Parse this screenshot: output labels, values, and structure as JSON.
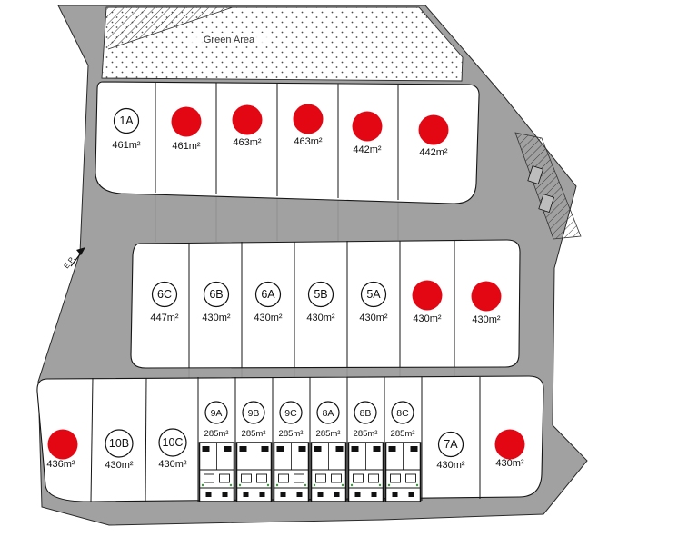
{
  "map": {
    "green_area_label": "Green Area",
    "north_label": "E.P."
  },
  "colors": {
    "road": "#a1a1a1",
    "sold_marker": "#e30613"
  },
  "plots": {
    "top": [
      {
        "id": "1A",
        "area": "461m²",
        "status": "available"
      },
      {
        "id": "",
        "area": "461m²",
        "status": "sold"
      },
      {
        "id": "",
        "area": "463m²",
        "status": "sold"
      },
      {
        "id": "",
        "area": "463m²",
        "status": "sold"
      },
      {
        "id": "",
        "area": "442m²",
        "status": "sold"
      },
      {
        "id": "",
        "area": "442m²",
        "status": "sold"
      }
    ],
    "middle": [
      {
        "id": "6C",
        "area": "447m²",
        "status": "available"
      },
      {
        "id": "6B",
        "area": "430m²",
        "status": "available"
      },
      {
        "id": "6A",
        "area": "430m²",
        "status": "available"
      },
      {
        "id": "5B",
        "area": "430m²",
        "status": "available"
      },
      {
        "id": "5A",
        "area": "430m²",
        "status": "available"
      },
      {
        "id": "",
        "area": "430m²",
        "status": "sold"
      },
      {
        "id": "",
        "area": "430m²",
        "status": "sold"
      }
    ],
    "bottom": [
      {
        "id": "",
        "area": "436m²",
        "status": "sold"
      },
      {
        "id": "10B",
        "area": "430m²",
        "status": "available"
      },
      {
        "id": "10C",
        "area": "430m²",
        "status": "available"
      },
      {
        "id": "9A",
        "area": "285m²",
        "status": "available"
      },
      {
        "id": "9B",
        "area": "285m²",
        "status": "available"
      },
      {
        "id": "9C",
        "area": "285m²",
        "status": "available"
      },
      {
        "id": "8A",
        "area": "285m²",
        "status": "available"
      },
      {
        "id": "8B",
        "area": "285m²",
        "status": "available"
      },
      {
        "id": "8C",
        "area": "285m²",
        "status": "available"
      },
      {
        "id": "7A",
        "area": "430m²",
        "status": "available"
      },
      {
        "id": "",
        "area": "430m²",
        "status": "sold"
      }
    ]
  }
}
